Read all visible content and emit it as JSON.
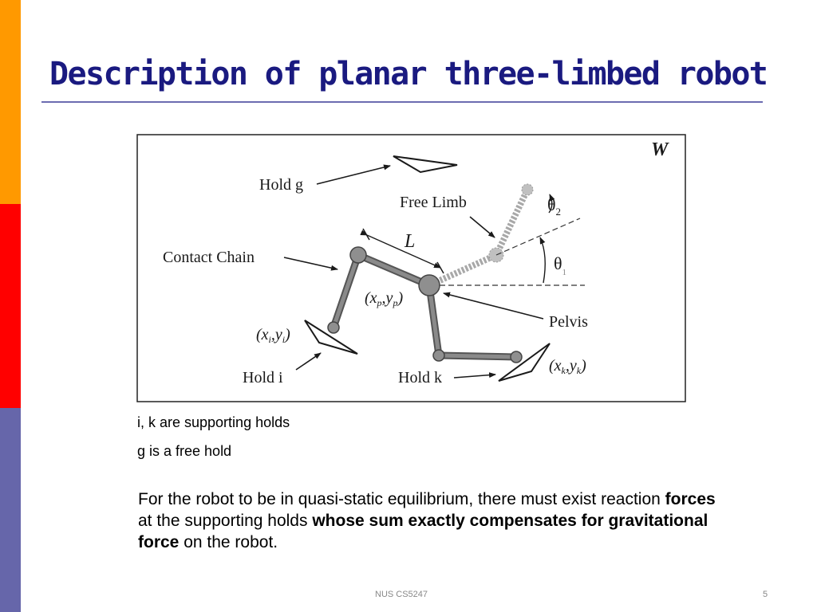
{
  "slide": {
    "title": "Description of planar three-limbed robot",
    "colors": {
      "title": "#1a1a80",
      "rule": "#6b6bb0",
      "bar_orange": "#ff9900",
      "bar_red": "#ff0000",
      "bar_purple": "#6666aa"
    }
  },
  "diagram": {
    "workspace_label": "W",
    "labels": {
      "hold_g": "Hold g",
      "free_limb": "Free Limb",
      "theta2": "θ",
      "theta2_sub": "2",
      "theta1": "θ",
      "theta1_sub": "1",
      "contact_chain": "Contact Chain",
      "length": "L",
      "pelvis_coord": "(x",
      "pelvis_coord_p1": "p",
      "pelvis_coord_mid": ",y",
      "pelvis_coord_p2": "p",
      "pelvis_coord_end": ")",
      "pelvis": "Pelvis",
      "hold_i_coord": "(x",
      "hold_i_coord_s1": "i",
      "hold_i_coord_mid": ",y",
      "hold_i_coord_s2": "i",
      "hold_i_coord_end": ")",
      "hold_i": "Hold i",
      "hold_k": "Hold k",
      "hold_k_coord": "(x",
      "hold_k_coord_s1": "k",
      "hold_k_coord_mid": ",y",
      "hold_k_coord_s2": "k",
      "hold_k_coord_end": ")"
    }
  },
  "captions": {
    "line1": "i, k are supporting holds",
    "line2": "g is a free hold"
  },
  "body": {
    "p1": "For the robot to be in quasi-static equilibrium, there must exist reaction ",
    "b1": "forces",
    "p2": " at the supporting holds ",
    "b2": "whose sum exactly compensates for gravitational force",
    "p3": " on the robot."
  },
  "footer": {
    "course": "NUS CS5247",
    "page": "5"
  }
}
